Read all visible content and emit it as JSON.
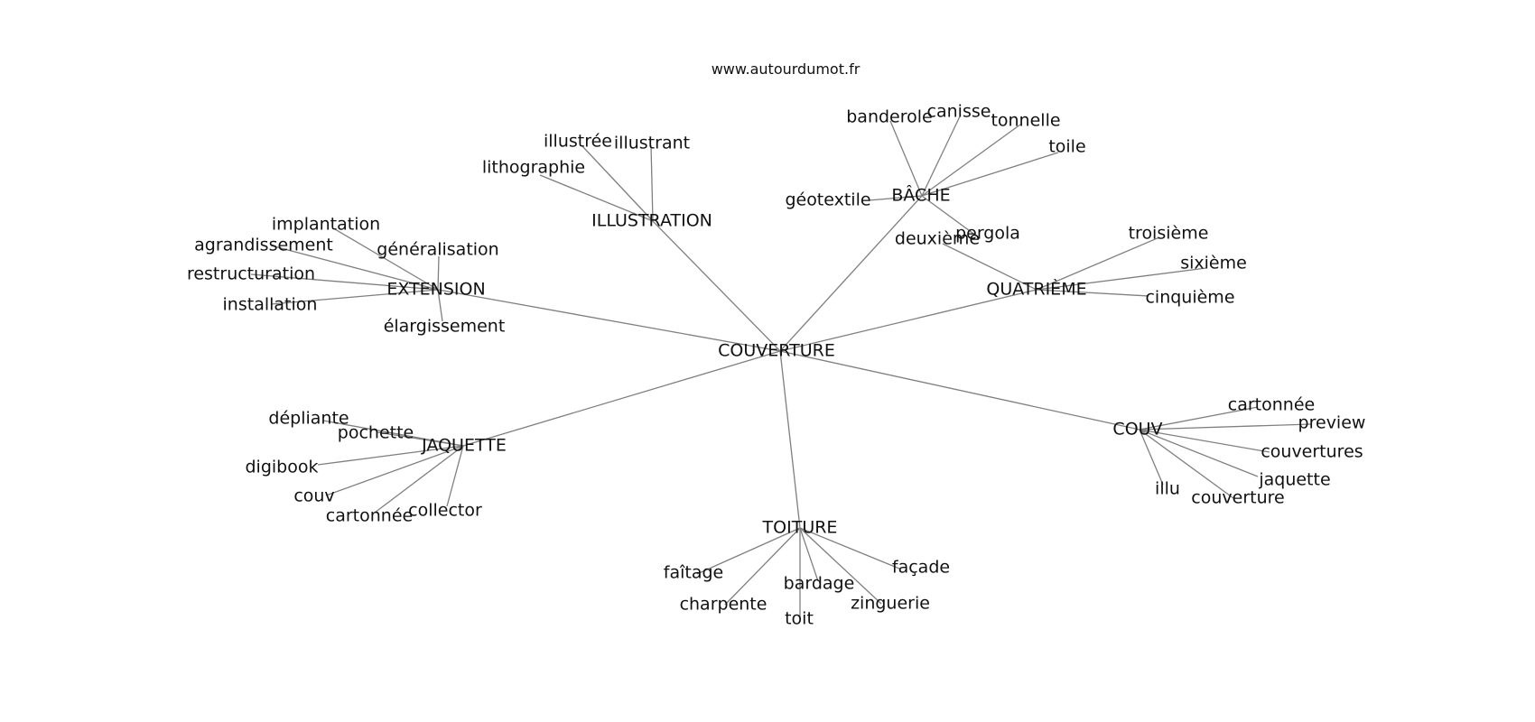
{
  "site": "www.autourdumot.fr",
  "root": "COUVERTURE",
  "nodes": [
    {
      "id": "COUVERTURE",
      "label": "COUVERTURE"
    },
    {
      "id": "EXTENSION",
      "label": "EXTENSION"
    },
    {
      "id": "ILLUSTRATION",
      "label": "ILLUSTRATION"
    },
    {
      "id": "BACHE",
      "label": "BÂCHE"
    },
    {
      "id": "QUATRIEME",
      "label": "QUATRIÈME"
    },
    {
      "id": "COUV",
      "label": "COUV"
    },
    {
      "id": "TOITURE",
      "label": "TOITURE"
    },
    {
      "id": "JAQUETTE",
      "label": "JAQUETTE"
    },
    {
      "id": "implantation",
      "label": "implantation"
    },
    {
      "id": "agrandissement",
      "label": "agrandissement"
    },
    {
      "id": "generalisation",
      "label": "généralisation"
    },
    {
      "id": "restructuration",
      "label": "restructuration"
    },
    {
      "id": "installation",
      "label": "installation"
    },
    {
      "id": "elargissement",
      "label": "élargissement"
    },
    {
      "id": "illustree",
      "label": "illustrée"
    },
    {
      "id": "illustrant",
      "label": "illustrant"
    },
    {
      "id": "lithographie",
      "label": "lithographie"
    },
    {
      "id": "banderole",
      "label": "banderole"
    },
    {
      "id": "canisse",
      "label": "canisse"
    },
    {
      "id": "tonnelle",
      "label": "tonnelle"
    },
    {
      "id": "toile",
      "label": "toile"
    },
    {
      "id": "geotextile",
      "label": "géotextile"
    },
    {
      "id": "pergola",
      "label": "pergola"
    },
    {
      "id": "deuxieme",
      "label": "deuxième"
    },
    {
      "id": "troisieme",
      "label": "troisième"
    },
    {
      "id": "sixieme",
      "label": "sixième"
    },
    {
      "id": "cinquieme",
      "label": "cinquième"
    },
    {
      "id": "couv_cartonnee",
      "label": "cartonnée"
    },
    {
      "id": "preview",
      "label": "preview"
    },
    {
      "id": "couvertures",
      "label": "couvertures"
    },
    {
      "id": "couv_jaquette",
      "label": "jaquette"
    },
    {
      "id": "illu",
      "label": "illu"
    },
    {
      "id": "couv_couverture",
      "label": "couverture"
    },
    {
      "id": "faitage",
      "label": "faîtage"
    },
    {
      "id": "facade",
      "label": "façade"
    },
    {
      "id": "bardage",
      "label": "bardage"
    },
    {
      "id": "charpente",
      "label": "charpente"
    },
    {
      "id": "zinguerie",
      "label": "zinguerie"
    },
    {
      "id": "toit",
      "label": "toit"
    },
    {
      "id": "depliante",
      "label": "dépliante"
    },
    {
      "id": "pochette",
      "label": "pochette"
    },
    {
      "id": "digibook",
      "label": "digibook"
    },
    {
      "id": "jaq_couv",
      "label": "couv"
    },
    {
      "id": "jaq_cartonnee",
      "label": "cartonnée"
    },
    {
      "id": "collector",
      "label": "collector"
    }
  ],
  "edges": [
    [
      "COUVERTURE",
      "EXTENSION"
    ],
    [
      "COUVERTURE",
      "ILLUSTRATION"
    ],
    [
      "COUVERTURE",
      "BACHE"
    ],
    [
      "COUVERTURE",
      "QUATRIEME"
    ],
    [
      "COUVERTURE",
      "COUV"
    ],
    [
      "COUVERTURE",
      "TOITURE"
    ],
    [
      "COUVERTURE",
      "JAQUETTE"
    ],
    [
      "EXTENSION",
      "implantation"
    ],
    [
      "EXTENSION",
      "agrandissement"
    ],
    [
      "EXTENSION",
      "generalisation"
    ],
    [
      "EXTENSION",
      "restructuration"
    ],
    [
      "EXTENSION",
      "installation"
    ],
    [
      "EXTENSION",
      "elargissement"
    ],
    [
      "ILLUSTRATION",
      "illustree"
    ],
    [
      "ILLUSTRATION",
      "illustrant"
    ],
    [
      "ILLUSTRATION",
      "lithographie"
    ],
    [
      "BACHE",
      "banderole"
    ],
    [
      "BACHE",
      "canisse"
    ],
    [
      "BACHE",
      "tonnelle"
    ],
    [
      "BACHE",
      "toile"
    ],
    [
      "BACHE",
      "geotextile"
    ],
    [
      "BACHE",
      "pergola"
    ],
    [
      "QUATRIEME",
      "deuxieme"
    ],
    [
      "QUATRIEME",
      "troisieme"
    ],
    [
      "QUATRIEME",
      "sixieme"
    ],
    [
      "QUATRIEME",
      "cinquieme"
    ],
    [
      "COUV",
      "couv_cartonnee"
    ],
    [
      "COUV",
      "preview"
    ],
    [
      "COUV",
      "couvertures"
    ],
    [
      "COUV",
      "couv_jaquette"
    ],
    [
      "COUV",
      "illu"
    ],
    [
      "COUV",
      "couv_couverture"
    ],
    [
      "TOITURE",
      "faitage"
    ],
    [
      "TOITURE",
      "facade"
    ],
    [
      "TOITURE",
      "bardage"
    ],
    [
      "TOITURE",
      "charpente"
    ],
    [
      "TOITURE",
      "zinguerie"
    ],
    [
      "TOITURE",
      "toit"
    ],
    [
      "JAQUETTE",
      "depliante"
    ],
    [
      "JAQUETTE",
      "pochette"
    ],
    [
      "JAQUETTE",
      "digibook"
    ],
    [
      "JAQUETTE",
      "jaq_couv"
    ],
    [
      "JAQUETTE",
      "jaq_cartonnee"
    ],
    [
      "JAQUETTE",
      "collector"
    ]
  ]
}
